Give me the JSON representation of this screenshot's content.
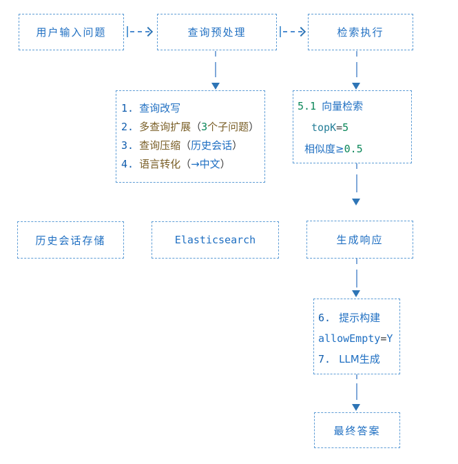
{
  "colors": {
    "border_blue": "#5b9bd5",
    "arrow_blue": "#2e75b6",
    "text_blue": "#1f6fc2",
    "text_olive": "#795e26",
    "text_green": "#098658",
    "text_teal": "#267f99",
    "text_dark": "#3b3b3b"
  },
  "top_row": {
    "user_input": "用户输入问题",
    "query_preprocess": "查询预处理",
    "retrieval": "检索执行"
  },
  "preprocess_steps": {
    "s1_num": "1.",
    "s1_text": "查询改写",
    "s2_num": "2.",
    "s2_text": "多查询扩展",
    "s2_open": "（",
    "s2_count": "3",
    "s2_suffix": "个子问题",
    "s2_close": "）",
    "s3_num": "3.",
    "s3_text": "查询压缩",
    "s3_open": "（",
    "s3_note": "历史会话",
    "s3_close": "）",
    "s4_num": "4.",
    "s4_text": "语言转化",
    "s4_open": "（",
    "s4_note": "→中文",
    "s4_close": "）"
  },
  "vector_search": {
    "num": "5.1",
    "title": "向量检索",
    "topk_key": "topK",
    "topk_eq": "=",
    "topk_val": "5",
    "sim_label": "相似度≥",
    "sim_val": "0.5"
  },
  "middle_row": {
    "history_store": "历史会话存储",
    "search_engine": "Elasticsearch",
    "generate_response": "生成响应"
  },
  "prompt_build": {
    "l1_num": "6.",
    "l1_text": "提示构建",
    "l2_key": "allowEmpty",
    "l2_eq": "=",
    "l2_val": "Y",
    "l3_num": "7.",
    "l3_text": "LLM生成"
  },
  "final_answer": "最终答案"
}
